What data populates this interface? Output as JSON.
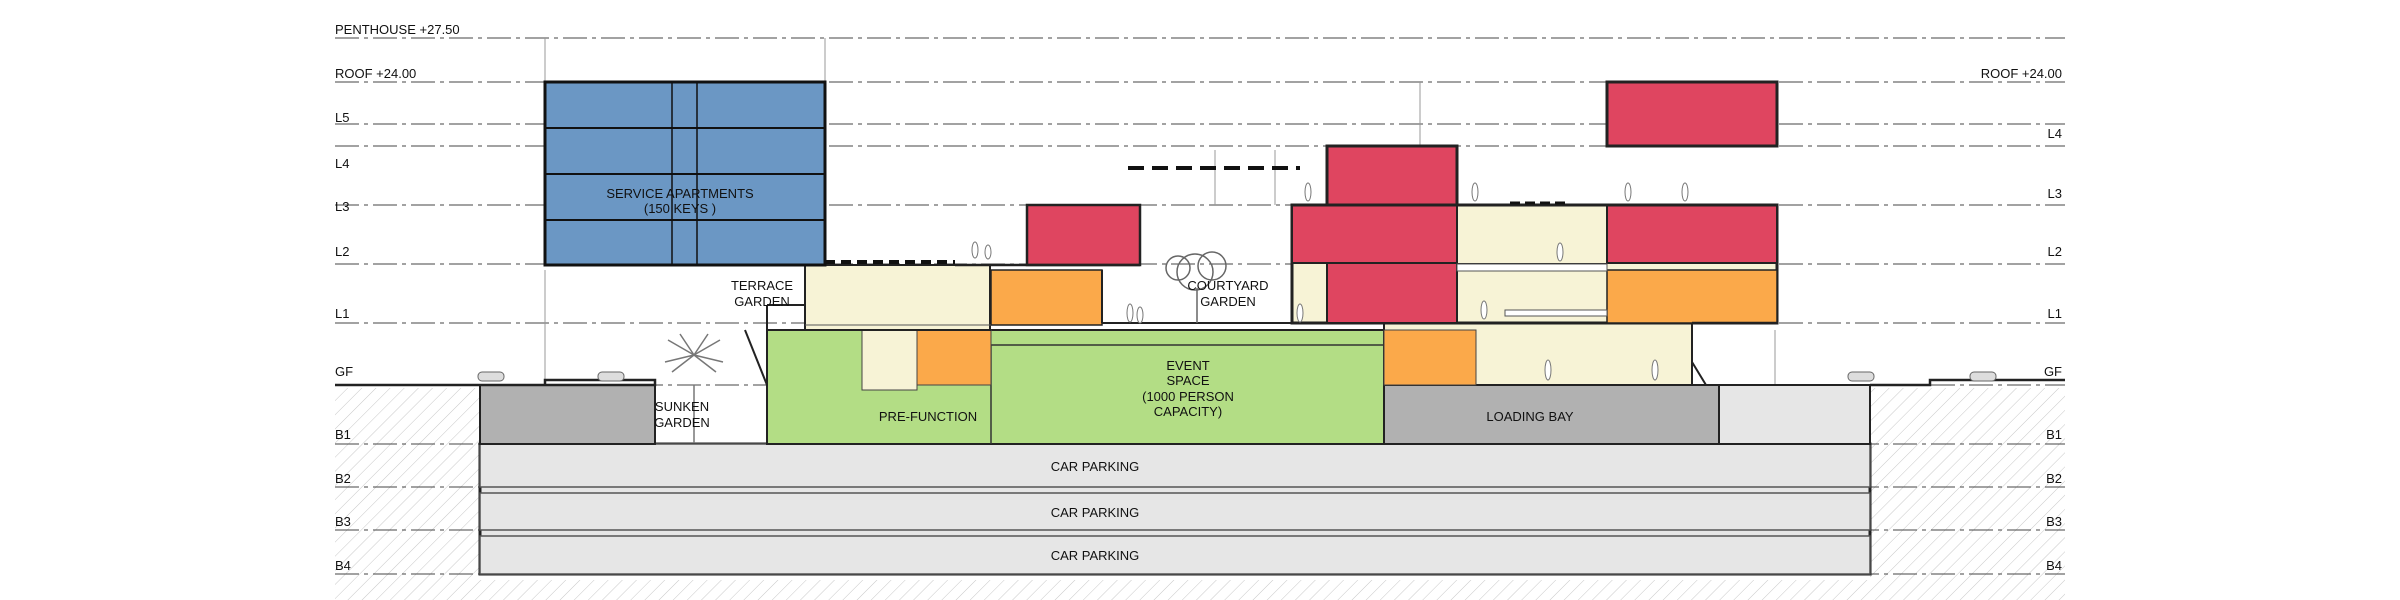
{
  "levels": {
    "penthouse": "PENTHOUSE +27.50",
    "roof_left": "ROOF +24.00",
    "roof_right": "ROOF +24.00",
    "left": [
      "L5",
      "L4",
      "L3",
      "L2",
      "L1",
      "GF",
      "B1",
      "B2",
      "B3",
      "B4"
    ],
    "right": [
      "L4",
      "L3",
      "L2",
      "L1",
      "GF",
      "B1",
      "B2",
      "B3",
      "B4"
    ]
  },
  "spaces": {
    "service_apartments": "SERVICE APARTMENTS",
    "service_apartments_keys": "(150 KEYS )",
    "terrace_garden_1": "TERRACE",
    "terrace_garden_2": "GARDEN",
    "courtyard_garden_1": "COURTYARD",
    "courtyard_garden_2": "GARDEN",
    "sunken_garden_1": "SUNKEN",
    "sunken_garden_2": "GARDEN",
    "pre_function": "PRE-FUNCTION",
    "event_space_1": "EVENT",
    "event_space_2": "SPACE",
    "event_space_3": "(1000 PERSON",
    "event_space_4": "CAPACITY)",
    "loading_bay": "LOADING BAY",
    "car_parking_b2": "CAR PARKING",
    "car_parking_b3": "CAR PARKING",
    "car_parking_b4": "CAR PARKING"
  },
  "colors": {
    "apartments_blue": "#6b97c4",
    "hotel_red": "#df4560",
    "amenity_orange": "#fba94a",
    "event_green": "#b3dd85",
    "circulation_cream": "#f7f3d6",
    "service_grey": "#b1b1b1",
    "parking_grey": "#e6e6e6"
  }
}
